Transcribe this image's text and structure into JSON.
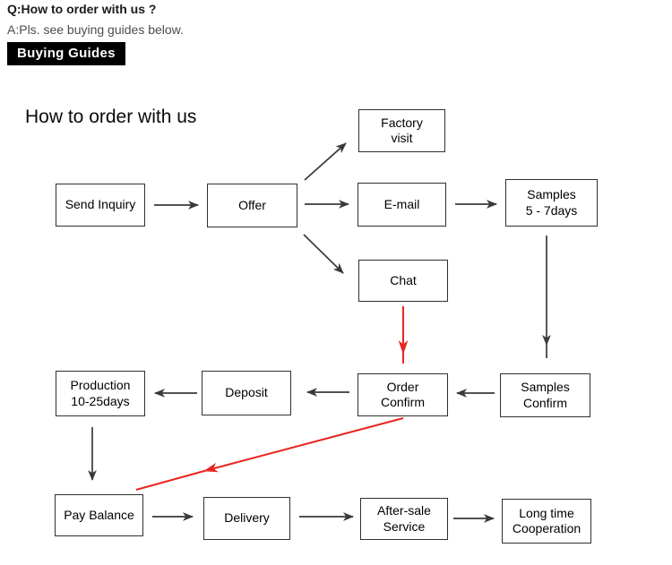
{
  "header": {
    "question": "Q:How to order with us ?",
    "answer": "A:Pls. see buying guides below.",
    "badge_label": "Buying Guides",
    "badge_bg": "#000000",
    "badge_fg": "#ffffff"
  },
  "flowchart": {
    "title": "How to order with us",
    "nodes": [
      {
        "id": "send-inquiry",
        "label": "Send Inquiry"
      },
      {
        "id": "offer",
        "label": "Offer"
      },
      {
        "id": "factory-visit",
        "label": "Factory\nvisit"
      },
      {
        "id": "email",
        "label": "E-mail"
      },
      {
        "id": "chat",
        "label": "Chat"
      },
      {
        "id": "samples-5-7days",
        "label": "Samples\n5 - 7days"
      },
      {
        "id": "production-10-25days",
        "label": "Production\n10-25days"
      },
      {
        "id": "deposit",
        "label": "Deposit"
      },
      {
        "id": "order-confirm",
        "label": "Order\nConfirm"
      },
      {
        "id": "samples-confirm",
        "label": "Samples\nConfirm"
      },
      {
        "id": "pay-balance",
        "label": "Pay Balance"
      },
      {
        "id": "delivery",
        "label": "Delivery"
      },
      {
        "id": "after-sale-service",
        "label": "After-sale\nService"
      },
      {
        "id": "long-time-cooperation",
        "label": "Long time\nCooperation"
      }
    ],
    "edges": [
      {
        "from": "send-inquiry",
        "to": "offer",
        "color": "black"
      },
      {
        "from": "offer",
        "to": "factory-visit",
        "color": "black"
      },
      {
        "from": "offer",
        "to": "email",
        "color": "black"
      },
      {
        "from": "offer",
        "to": "chat",
        "color": "black"
      },
      {
        "from": "email",
        "to": "samples-5-7days",
        "color": "black"
      },
      {
        "from": "samples-5-7days",
        "to": "samples-confirm",
        "color": "black"
      },
      {
        "from": "chat",
        "to": "order-confirm",
        "color": "red"
      },
      {
        "from": "samples-confirm",
        "to": "order-confirm",
        "color": "black"
      },
      {
        "from": "order-confirm",
        "to": "deposit",
        "color": "black"
      },
      {
        "from": "deposit",
        "to": "production-10-25days",
        "color": "black"
      },
      {
        "from": "production-10-25days",
        "to": "pay-balance",
        "color": "black"
      },
      {
        "from": "order-confirm",
        "to": "pay-balance",
        "color": "red"
      },
      {
        "from": "pay-balance",
        "to": "delivery",
        "color": "black"
      },
      {
        "from": "delivery",
        "to": "after-sale-service",
        "color": "black"
      },
      {
        "from": "after-sale-service",
        "to": "long-time-cooperation",
        "color": "black"
      }
    ],
    "colors": {
      "arrow": "#3a3a3a",
      "highlight_arrow": "#e8251f",
      "box_border": "#2f2f2f"
    }
  }
}
